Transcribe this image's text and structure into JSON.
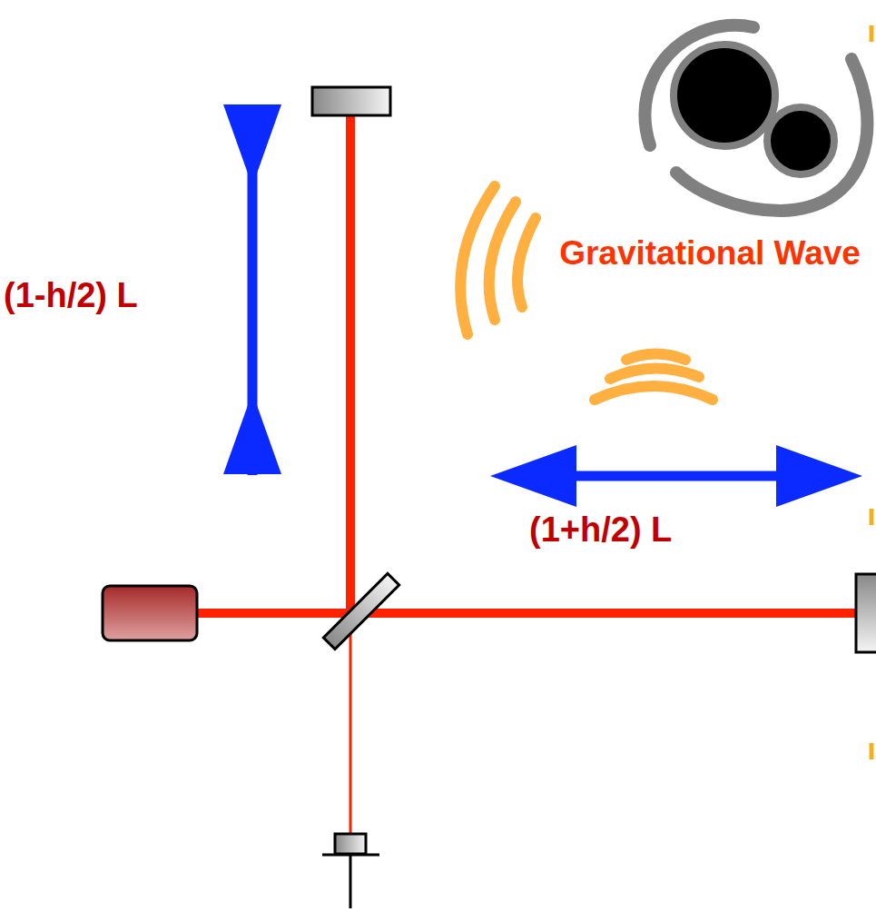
{
  "diagram": {
    "labels": [
      "(1-h/2) L",
      "Gravitational Wave",
      "(1+h/2) L"
    ]
  }
}
